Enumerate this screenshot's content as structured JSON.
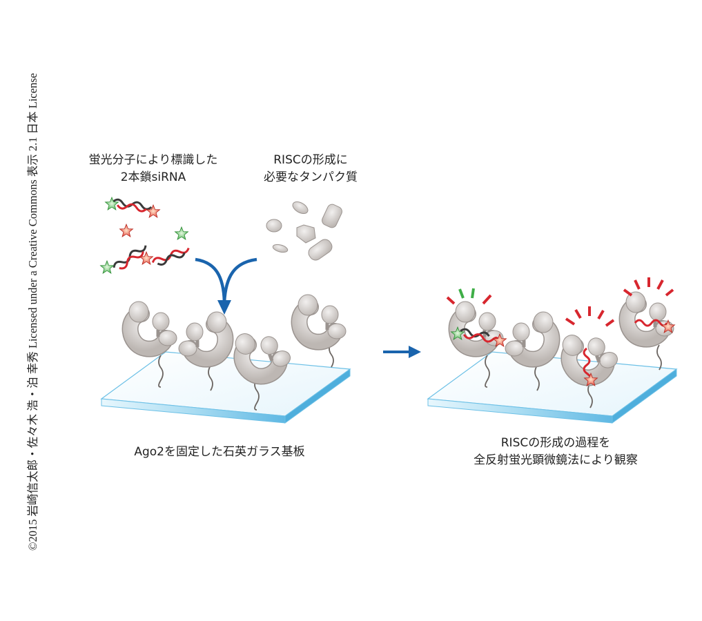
{
  "credit": "©2015 岩崎信太郎・佐々木 浩・泊 幸秀 Licensed under a Creative Commons 表示 2.1 日本 License",
  "labels": {
    "sirna_line1": "蛍光分子により標識した",
    "sirna_line2": "2本鎖siRNA",
    "protein_line1": "RISCの形成に",
    "protein_line2": "必要なタンパク質",
    "substrate": "Ago2を固定した石英ガラス基板",
    "observe_line1": "RISCの形成の過程を",
    "observe_line2": "全反射蛍光顕微鏡法により観察"
  },
  "colors": {
    "arrow": "#1a64ad",
    "glass": "#bfe6f7",
    "protein": "#d9d5d3",
    "rna_red": "#d7262e",
    "rna_dark": "#3a3a3a",
    "star_red": "#e8493b",
    "star_green": "#57bd5b"
  }
}
